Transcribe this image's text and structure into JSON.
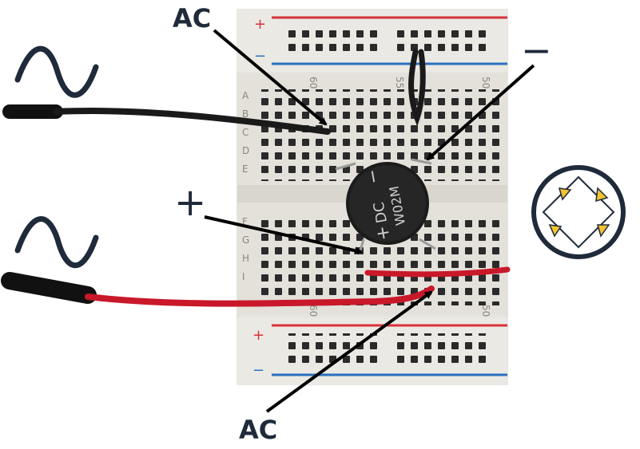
{
  "labels": {
    "ac_top": "AC",
    "ac_bottom": "AC",
    "negative": "−",
    "positive": "+"
  },
  "breadboard": {
    "row_letters_top": [
      "A",
      "B",
      "C",
      "D",
      "E"
    ],
    "row_letters_bottom": [
      "F",
      "G",
      "H",
      "I"
    ],
    "column_numbers_top": [
      "60",
      "55",
      "50"
    ],
    "column_numbers_bottom": [
      "60",
      "50"
    ],
    "rail_plus": "+",
    "rail_minus": "−"
  },
  "bridge_rectifier": {
    "marking_line1": "DC",
    "marking_line2": "W02M",
    "marking_plus": "+",
    "marking_minus": "−"
  },
  "icons": {
    "ac_source_top": "sine-wave-icon",
    "ac_source_bottom": "sine-wave-icon",
    "bridge": "diode-bridge-icon"
  },
  "colors": {
    "label_text": "#1f2a3a",
    "board": "#e6e4de",
    "rail_red": "#d8323a",
    "rail_blue": "#2a6fbf",
    "wire_black": "#1a1a1a",
    "wire_red": "#c8182a",
    "diode_fill": "#f4c430",
    "arrow": "#000000"
  }
}
